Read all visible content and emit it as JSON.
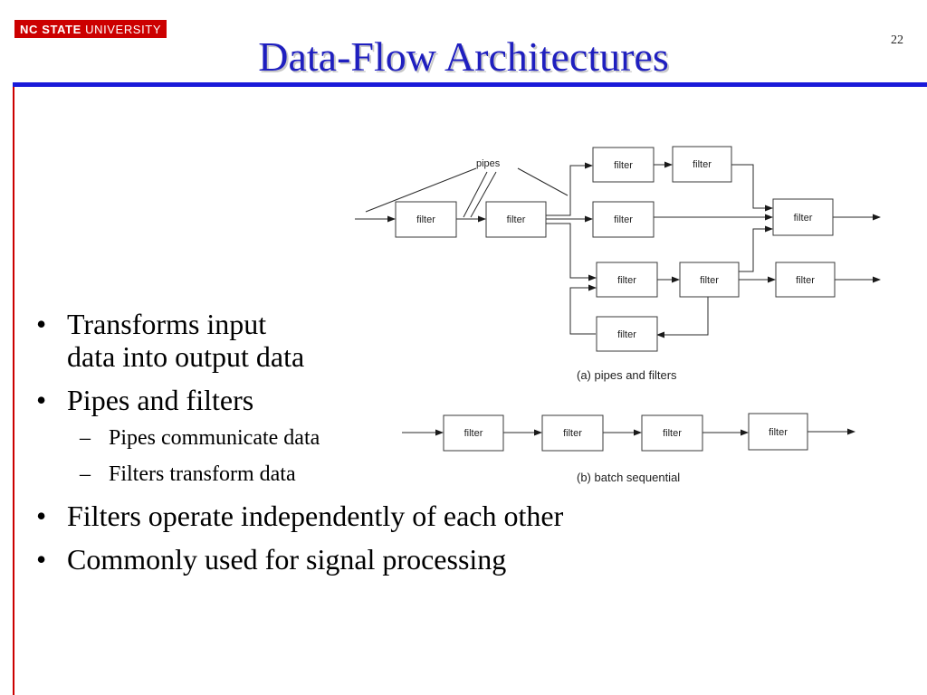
{
  "slide": {
    "title": "Data-Flow Architectures",
    "page_number": "22",
    "logo": {
      "bold": "NC STATE",
      "light": "UNIVERSITY"
    },
    "accent_colors": {
      "brand_red": "#cc0000",
      "title_blue": "#1f1fbf",
      "rule_blue": "#1a1ad9"
    }
  },
  "bullets": [
    {
      "text": "Transforms input data into output data",
      "line1": "Transforms input",
      "line2": "data into output data"
    },
    {
      "text": "Pipes and filters"
    },
    {
      "text": "Pipes communicate data",
      "level": 2
    },
    {
      "text": "Filters transform data",
      "level": 2
    },
    {
      "text": "Filters operate independently of each other"
    },
    {
      "text": "Commonly used for signal processing"
    }
  ],
  "diagram": {
    "pipes_label": "pipes",
    "filter_label": "filter",
    "caption_a": "(a)  pipes and filters",
    "caption_b": "(b)  batch sequential"
  }
}
